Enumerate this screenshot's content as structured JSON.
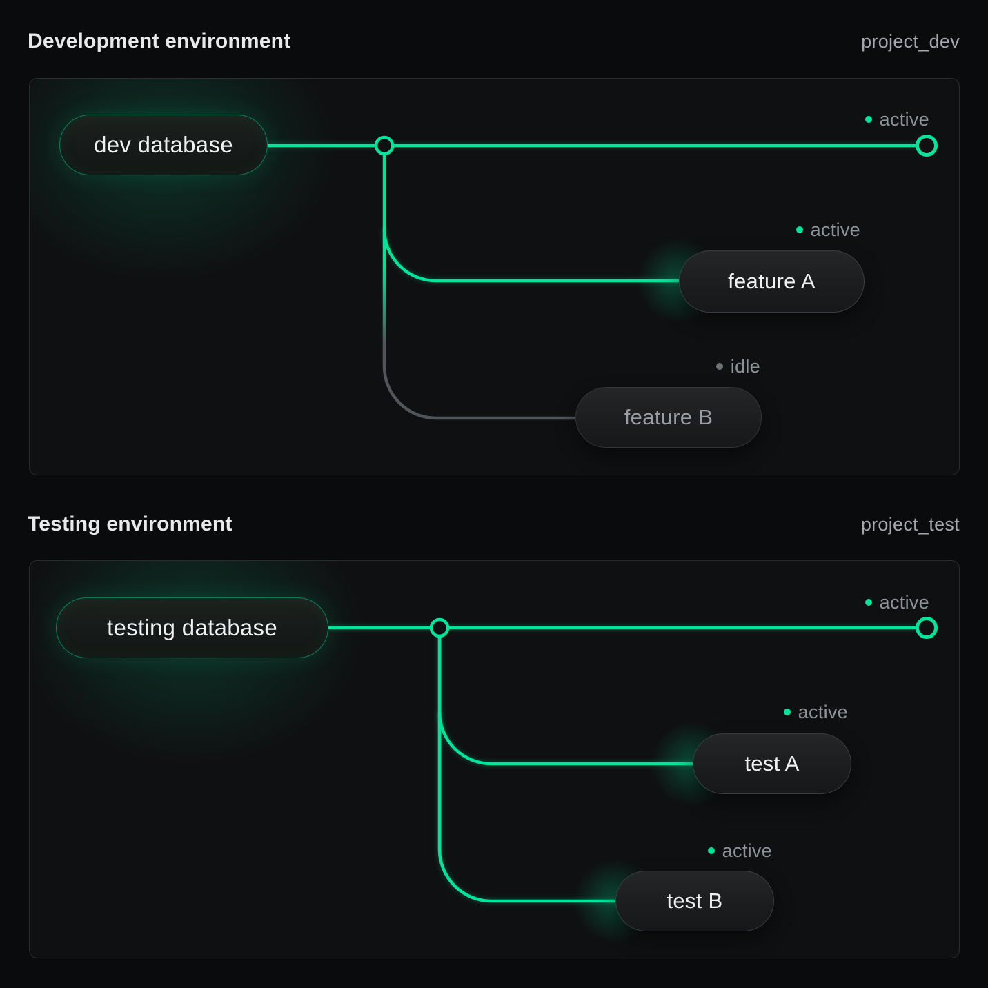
{
  "colors": {
    "accent": "#00e599",
    "idle_dot": "#6f7378",
    "background": "#0a0b0c",
    "panel_background": "#0f1011"
  },
  "panels": [
    {
      "title": "Development environment",
      "project": "project_dev",
      "database": {
        "label": "dev database"
      },
      "main_branch": {
        "status": "active"
      },
      "branches": [
        {
          "label": "feature A",
          "status": "active"
        },
        {
          "label": "feature B",
          "status": "idle"
        }
      ]
    },
    {
      "title": "Testing environment",
      "project": "project_test",
      "database": {
        "label": "testing database"
      },
      "main_branch": {
        "status": "active"
      },
      "branches": [
        {
          "label": "test A",
          "status": "active"
        },
        {
          "label": "test B",
          "status": "active"
        }
      ]
    }
  ]
}
